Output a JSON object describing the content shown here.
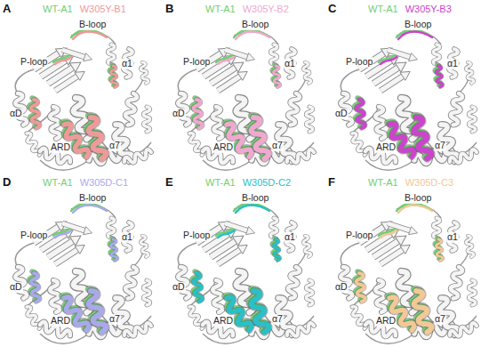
{
  "diagram": {
    "labels": [
      "A",
      "B-loop",
      "P-loop",
      "α1",
      "αD",
      "ARD",
      "α7",
      "B",
      "B-loop",
      "P-loop",
      "α1",
      "αD",
      "ARD",
      "α7",
      "C",
      "B-loop",
      "P-loop",
      "α1",
      "αD",
      "ARD",
      "α7",
      "D",
      "B-loop",
      "P-loop",
      "α1",
      "αD",
      "ARD",
      "α7",
      "E",
      "B-loop",
      "P-loop",
      "α1",
      "αD",
      "ARD",
      "α7",
      "F",
      "B-loop",
      "P-loop",
      "α1",
      "αD",
      "ARD",
      "α7"
    ],
    "legend": [
      {
        "text": "WT-A1",
        "color": "#72cf72"
      },
      {
        "text": "W305Y-B1",
        "color": "#ee9a9a"
      },
      {
        "text": "WT-A1",
        "color": "#72cf72"
      },
      {
        "text": "W305Y-B2",
        "color": "#f0a8cf"
      },
      {
        "text": "WT-A1",
        "color": "#72cf72"
      },
      {
        "text": "W305Y-B3",
        "color": "#cc44cc"
      },
      {
        "text": "WT-A1",
        "color": "#72cf72"
      },
      {
        "text": "W305D-C1",
        "color": "#a9a9ea"
      },
      {
        "text": "WT-A1",
        "color": "#72cf72"
      },
      {
        "text": "W305D-C2",
        "color": "#2bbfc7"
      },
      {
        "text": "WT-A1",
        "color": "#72cf72"
      },
      {
        "text": "W305D-C3",
        "color": "#f2c896"
      }
    ]
  }
}
